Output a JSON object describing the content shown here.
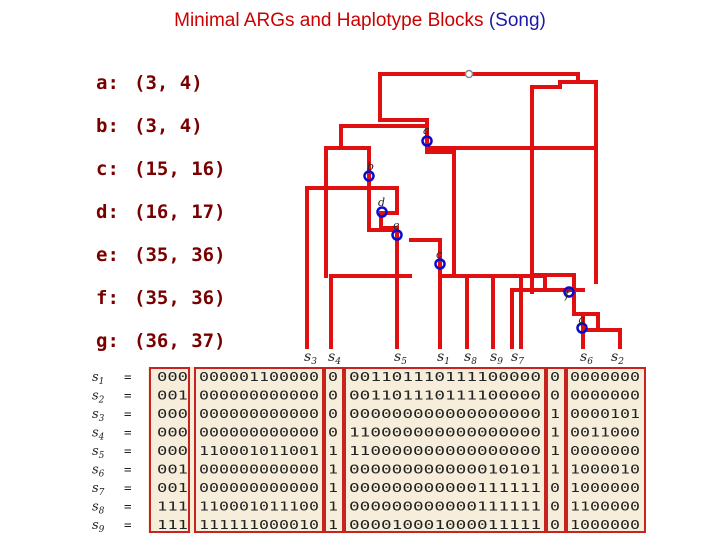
{
  "title": {
    "main": "Minimal ARGs and Haplotype Blocks",
    "suffix": "(Song)"
  },
  "mutations": [
    {
      "label": "a:",
      "value": "(3, 4)"
    },
    {
      "label": "b:",
      "value": "(3, 4)"
    },
    {
      "label": "c:",
      "value": "(15, 16)"
    },
    {
      "label": "d:",
      "value": "(16, 17)"
    },
    {
      "label": "e:",
      "value": "(35, 36)"
    },
    {
      "label": "f:",
      "value": "(35, 36)"
    },
    {
      "label": "g:",
      "value": "(36, 37)"
    }
  ],
  "arg": {
    "node_labels": [
      "a",
      "b",
      "c",
      "d",
      "e",
      "f",
      "g"
    ],
    "leaves": [
      {
        "base": "s",
        "sub": "3"
      },
      {
        "base": "s",
        "sub": "4"
      },
      {
        "base": "s",
        "sub": "5"
      },
      {
        "base": "s",
        "sub": "1"
      },
      {
        "base": "s",
        "sub": "8"
      },
      {
        "base": "s",
        "sub": "9"
      },
      {
        "base": "s",
        "sub": "7"
      },
      {
        "base": "s",
        "sub": "6"
      },
      {
        "base": "s",
        "sub": "2"
      }
    ],
    "colors": {
      "edge": "#e01010",
      "mutation": "#0a0ad0"
    }
  },
  "matrix": {
    "equals": "=",
    "rows": [
      {
        "name": "s",
        "sub": "1",
        "blocks": [
          "000",
          "000001100000",
          "0",
          "001101110111100000",
          "0",
          "0000000"
        ]
      },
      {
        "name": "s",
        "sub": "2",
        "blocks": [
          "001",
          "000000000000",
          "0",
          "001101110111100000",
          "0",
          "0000000"
        ]
      },
      {
        "name": "s",
        "sub": "3",
        "blocks": [
          "000",
          "000000000000",
          "0",
          "000000000000000000",
          "1",
          "0000101"
        ]
      },
      {
        "name": "s",
        "sub": "4",
        "blocks": [
          "000",
          "000000000000",
          "0",
          "110000000000000000",
          "1",
          "0011000"
        ]
      },
      {
        "name": "s",
        "sub": "5",
        "blocks": [
          "000",
          "110001011001",
          "1",
          "110000000000000000",
          "1",
          "0000000"
        ]
      },
      {
        "name": "s",
        "sub": "6",
        "blocks": [
          "001",
          "000000000000",
          "1",
          "000000000000010101",
          "1",
          "1000010"
        ]
      },
      {
        "name": "s",
        "sub": "7",
        "blocks": [
          "001",
          "000000000000",
          "1",
          "000000000000111111",
          "0",
          "1000000"
        ]
      },
      {
        "name": "s",
        "sub": "8",
        "blocks": [
          "111",
          "110001011100",
          "1",
          "000000000000111111",
          "0",
          "1100000"
        ]
      },
      {
        "name": "s",
        "sub": "9",
        "blocks": [
          "111",
          "111111000010",
          "1",
          "000010001000011111",
          "0",
          "1000000"
        ]
      }
    ],
    "colors": {
      "background": "#f6eedb",
      "border": "#c8241f"
    }
  }
}
